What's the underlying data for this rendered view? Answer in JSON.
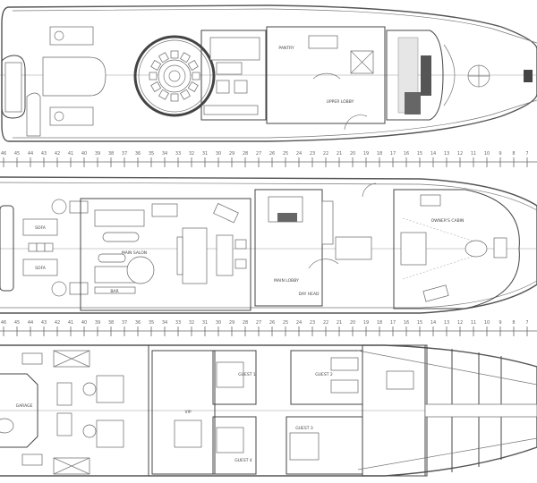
{
  "frame_numbers": [
    "46",
    "45",
    "44",
    "43",
    "42",
    "41",
    "40",
    "39",
    "38",
    "37",
    "36",
    "35",
    "34",
    "33",
    "32",
    "31",
    "30",
    "29",
    "28",
    "27",
    "26",
    "25",
    "24",
    "23",
    "22",
    "21",
    "20",
    "19",
    "18",
    "17",
    "16",
    "15",
    "14",
    "13",
    "12",
    "11",
    "10",
    "9",
    "8",
    "7"
  ],
  "upper_deck": {
    "upper_lobby": "UPPER LOBBY",
    "pantry": "PANTRY"
  },
  "main_deck": {
    "sofa_port": "SOFA",
    "sofa_starboard": "SOFA",
    "main_salon": "MAIN SALON",
    "bar": "BAR",
    "main_lobby": "MAIN LOBBY",
    "day_head": "DAY HEAD",
    "owners_cabin": "OWNER'S CABIN"
  },
  "lower_deck": {
    "garage": "GARAGE",
    "vip": "VIP",
    "guest_1": "GUEST 1",
    "guest_2": "GUEST 2",
    "guest_3": "GUEST 3",
    "guest_4": "GUEST 4"
  }
}
